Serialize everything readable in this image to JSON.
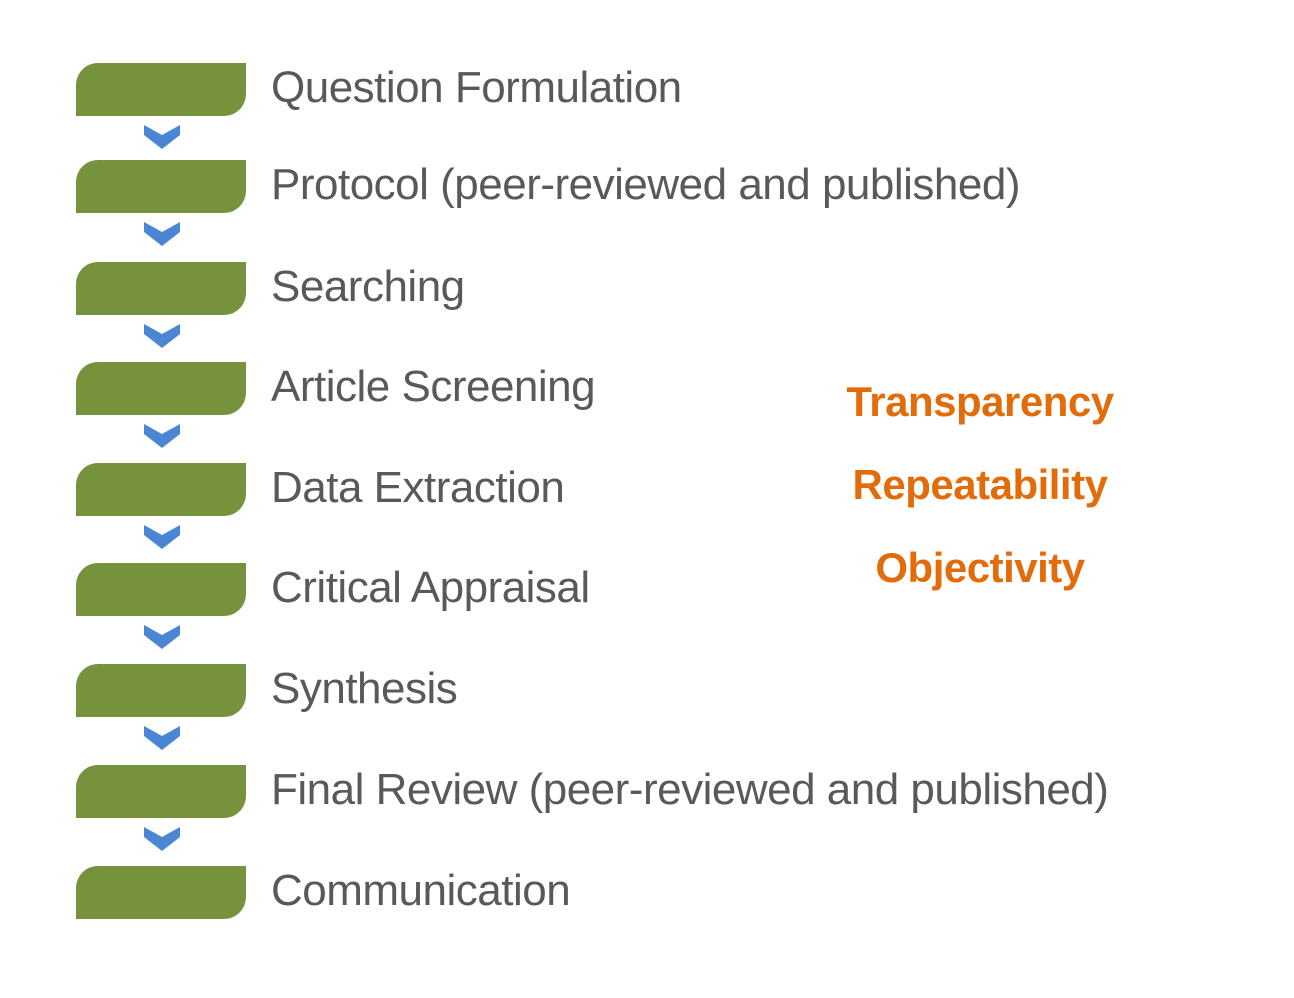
{
  "steps": [
    {
      "label": "Question Formulation"
    },
    {
      "label": "Protocol (peer-reviewed and published)"
    },
    {
      "label": "Searching"
    },
    {
      "label": "Article Screening"
    },
    {
      "label": "Data Extraction"
    },
    {
      "label": "Critical Appraisal"
    },
    {
      "label": "Synthesis"
    },
    {
      "label": "Final Review (peer-reviewed and published)"
    },
    {
      "label": "Communication"
    }
  ],
  "principles": [
    "Transparency",
    "Repeatability",
    "Objectivity"
  ],
  "colors": {
    "step_box": "#76923c",
    "arrow": "#4a86d4",
    "text": "#595959",
    "accent": "#e36c0a"
  }
}
